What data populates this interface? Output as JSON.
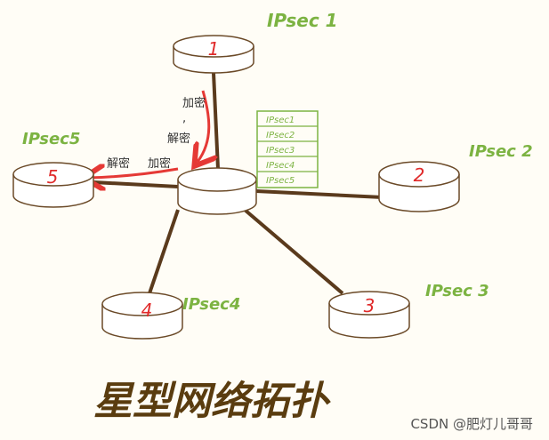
{
  "colors": {
    "link": "#5a3a1c",
    "node_stroke": "#6b4a28",
    "node_fill": "#ffffff",
    "node_label": "#e02a2a",
    "ipsec_label": "#7cb342",
    "arrow": "#e53935",
    "title": "#5a3c0f",
    "note": "#333333"
  },
  "nodes": [
    {
      "id": "1",
      "label": "1",
      "ipsec": "IPsec 1"
    },
    {
      "id": "2",
      "label": "2",
      "ipsec": "IPsec 2"
    },
    {
      "id": "3",
      "label": "3",
      "ipsec": "IPsec 3"
    },
    {
      "id": "4",
      "label": "4",
      "ipsec": "IPsec4"
    },
    {
      "id": "5",
      "label": "5",
      "ipsec": "IPsec5"
    },
    {
      "id": "hub",
      "label": "",
      "ipsec": ""
    }
  ],
  "hub_table": [
    "IPsec1",
    "IPsec2",
    "IPsec3",
    "IPsec4",
    "IPsec5"
  ],
  "annotations": {
    "encrypt_decrypt_vertical": [
      "加密",
      ",",
      "解密"
    ],
    "decrypt": "解密",
    "encrypt": "加密"
  },
  "title": "星型网络拓扑",
  "watermark": "CSDN @肥灯儿哥哥"
}
